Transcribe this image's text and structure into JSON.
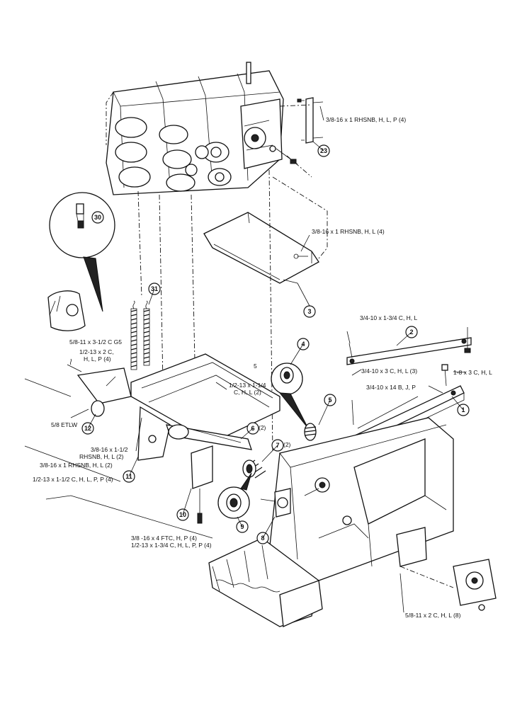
{
  "callouts": [
    {
      "id": "1",
      "label": "1"
    },
    {
      "id": "2",
      "label": "2"
    },
    {
      "id": "3",
      "label": "3"
    },
    {
      "id": "4",
      "label": "4"
    },
    {
      "id": "5",
      "label": "5"
    },
    {
      "id": "6",
      "label": "6"
    },
    {
      "id": "7",
      "label": "7"
    },
    {
      "id": "8",
      "label": "8"
    },
    {
      "id": "9",
      "label": "9"
    },
    {
      "id": "10",
      "label": "10"
    },
    {
      "id": "11",
      "label": "11"
    },
    {
      "id": "12",
      "label": "12"
    },
    {
      "id": "23",
      "label": "23"
    },
    {
      "id": "30",
      "label": "30"
    },
    {
      "id": "31",
      "label": "31"
    }
  ],
  "labels": {
    "l1": "3/8-16 x 1 RHSNB, H, L, P (4)",
    "l2": "3/8-16 x 1 RHSNB, H, L (4)",
    "l3": "3/4-10 x 1-3/4 C, H, L",
    "l4": "3/4-10 x 3 C, H, L (3)",
    "l5": "3/4-10 x 14 B, J, P",
    "l6": "1-8 x 3 C, H, L",
    "l7": "5/8-11 x 3-1/2 C G5",
    "l8a": "1/2-13 x 2 C,",
    "l8b": "H, L, P (4)",
    "l9a": "1/2-13 x 1-1/4",
    "l9b": "C, H, L (2)",
    "l10": "5/8 ETLW",
    "l11a": "3/8-16 x 1-1/2",
    "l11b": "RHSNB, H, L (2)",
    "l12": "3/8-16 x 1 RHSNB, H, L (2)",
    "l13": "1/2-13 x 1-1/2 C, H, L, P, P (4)",
    "l14": "3/8 -16 x 4 FTC, H, P (4)",
    "l15": "1/2-13 x 1-3/4 C, H, L, P, P (4)",
    "l16": "5/8-11 x 2 C, H, L (8)",
    "l17": "(2)",
    "l18": "(2)",
    "l19": "5"
  }
}
